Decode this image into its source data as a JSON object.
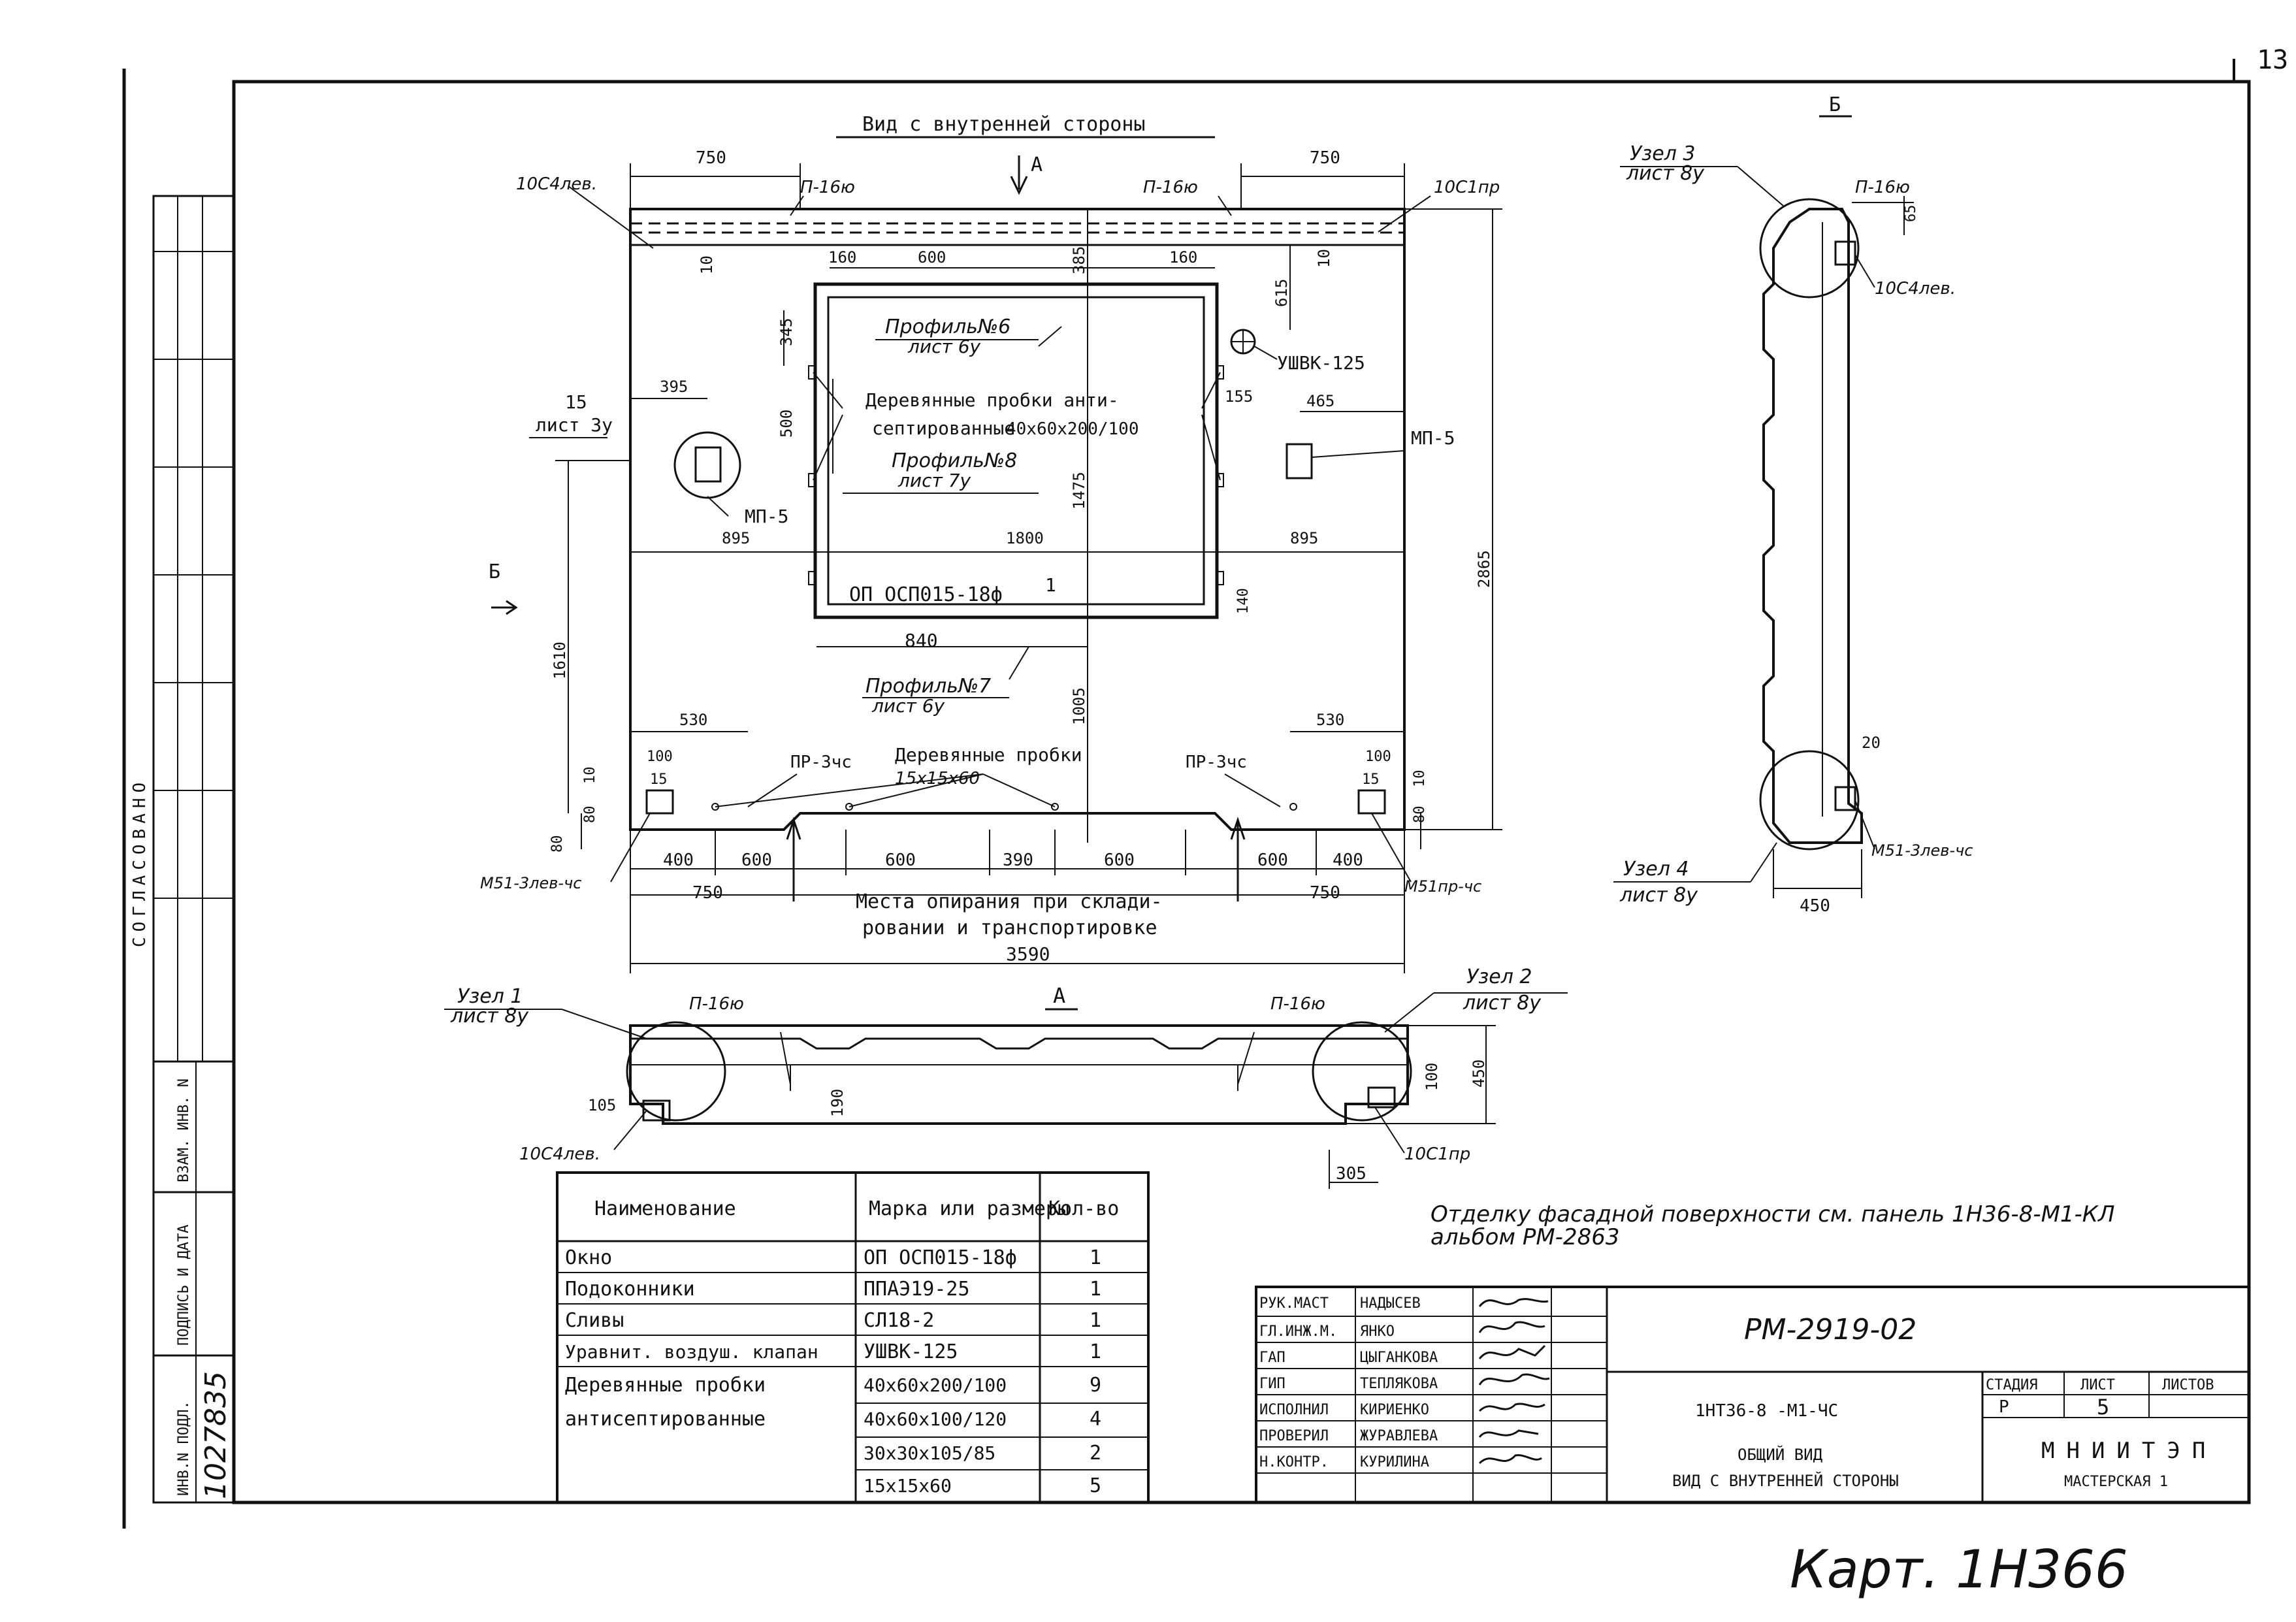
{
  "corner_page_number": "13",
  "view_inner_title": "Вид с внутренней стороны",
  "marker_a": "А",
  "marker_b": "Б",
  "view_b_title": "Б",
  "view_a_title": "А",
  "labels": {
    "mark_10c4lev": "10С4лев.",
    "mark_10c1pr": "10С1пр",
    "mark_p16yu": "П-16ю",
    "profile6": "Профиль№6",
    "profile6_sheet": "лист 6у",
    "profile8": "Профиль№8",
    "profile8_sheet": "лист 7у",
    "profile7": "Профиль№7",
    "profile7_sheet": "лист 6у",
    "wood_plugs1": "Деревянные пробки анти-",
    "wood_plugs2": "септированные",
    "wood_plugs_size": "40х60х200/100",
    "ushvk": "УШВК-125",
    "mp5": "МП-5",
    "ref15": "15",
    "ref15_sheet": "лист 3у",
    "window": "ОП ОСП015-18ф",
    "pr3chs": "ПР-3чс",
    "wood_plugs_b": "Деревянные пробки",
    "wood_plugs_b_size": "15х15х60",
    "m51lev": "М51-3лев-чс",
    "m51pr": "М51пр-чс",
    "support1": "Места опирания при склади-",
    "support2": "ровании и транспортировке",
    "uzel1": "Узел 1",
    "uzel2": "Узел 2",
    "uzel3": "Узел 3",
    "uzel4": "Узел 4",
    "list8y": "лист 8у",
    "m51lev_b": "М51-3лев-чс",
    "facade_note1": "Отделку фасадной поверхности см. панель 1Н36-8-М1-КЛ",
    "facade_note2": "альбом РМ-2863",
    "handwritten": "Карт. 1Н366"
  },
  "dims": {
    "d750": "750",
    "d385": "385",
    "d160": "160",
    "d600": "600",
    "d10": "10",
    "d615": "615",
    "d345": "345",
    "d500": "500",
    "d395": "395",
    "d155": "155",
    "d465": "465",
    "d1475": "1475",
    "d2865": "2865",
    "d895": "895",
    "d1800": "1800",
    "d140": "140",
    "d840": "840",
    "d1005": "1005",
    "d1610": "1610",
    "d530": "530",
    "d100": "100",
    "d15": "15",
    "d80": "80",
    "d400": "400",
    "d390": "390",
    "d3590": "3590",
    "d105": "105",
    "d190": "190",
    "d450": "450",
    "d305": "305",
    "d65": "65",
    "d20": "20",
    "d1": "1"
  },
  "table": {
    "headers": [
      "Наименование",
      "Марка или размеры",
      "Кол-во"
    ],
    "rows": [
      [
        "Окно",
        "ОП ОСП015-18ф",
        "1"
      ],
      [
        "Подоконники",
        "ППАЭ19-25",
        "1"
      ],
      [
        "Сливы",
        "СЛ18-2",
        "1"
      ],
      [
        "Уравнит. воздуш. клапан",
        "УШВК-125",
        "1"
      ],
      [
        "Деревянные пробки",
        "40х60х200/100",
        "9"
      ],
      [
        "антисептированные",
        "40х60х100/120",
        "4"
      ],
      [
        "",
        "30х30х105/85",
        "2"
      ],
      [
        "",
        "15х15х60",
        "5"
      ]
    ]
  },
  "title_block": {
    "roles": [
      "РУК.МАСТ",
      "ГЛ.ИНЖ.М.",
      "ГАП",
      "ГИП",
      "ИСПОЛНИЛ",
      "ПРОВЕРИЛ",
      "Н.КОНТР."
    ],
    "names": [
      "НАДЫСЕВ",
      "ЯНКО",
      "ЦЫГАНКОВА",
      "ТЕПЛЯКОВА",
      "КИРИЕНКО",
      "ЖУРАВЛЕВА",
      "КУРИЛИНА"
    ],
    "doc_code": "РМ-2919-02",
    "mark": "1НТ36-8 -М1-ЧС",
    "title1": "ОБЩИЙ ВИД",
    "title2": "ВИД С ВНУТРЕННЕЙ СТОРОНЫ",
    "stage_label": "СТАДИЯ",
    "sheet_label": "ЛИСТ",
    "sheets_label": "ЛИСТОВ",
    "stage": "Р",
    "sheet": "5",
    "org": "МНИИТЭП",
    "workshop": "МАСТЕРСКАЯ 1"
  },
  "side_stamp": {
    "agreed": "СОГЛАСОВАНО",
    "inv_vzam": "ВЗАМ. ИНВ. N",
    "sign_date": "ПОДПИСЬ И ДАТА",
    "inv_podl": "ИНВ.N ПОДЛ.",
    "inv_number": "1027835"
  }
}
